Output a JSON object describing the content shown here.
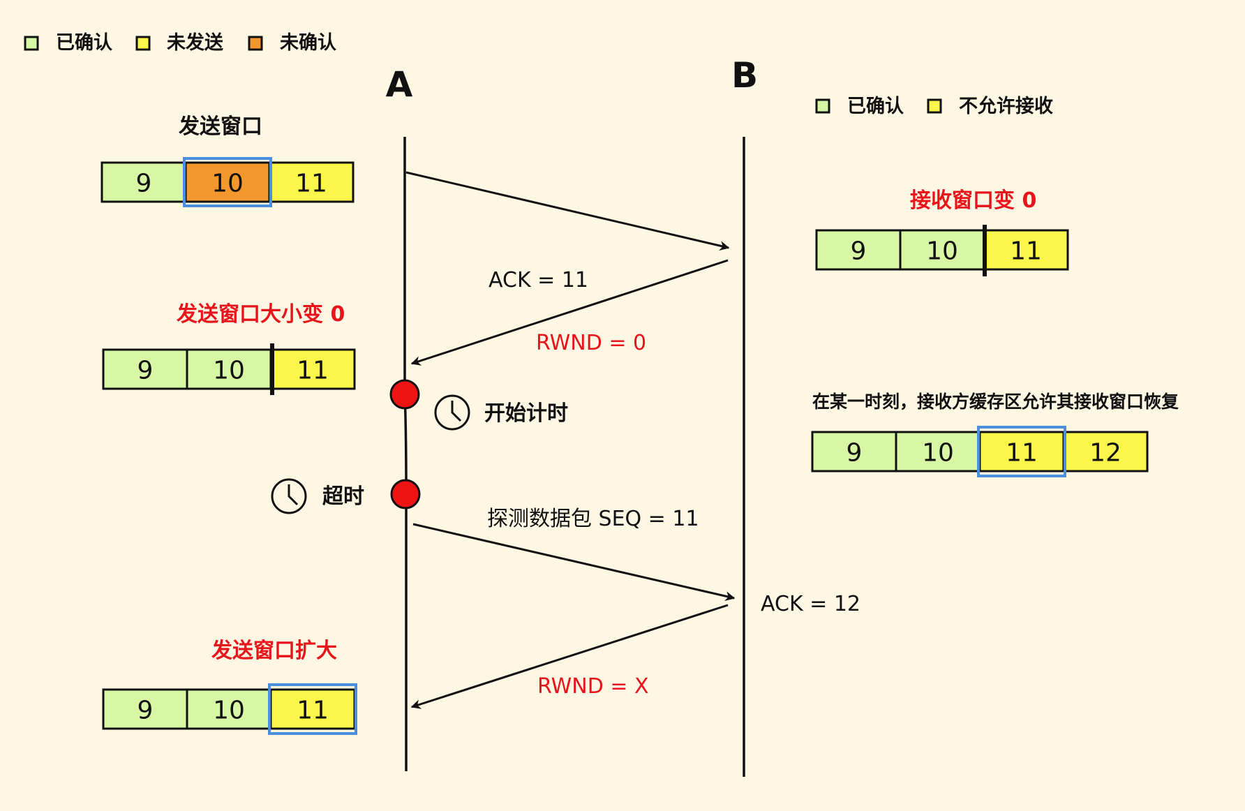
{
  "colors": {
    "background": "#fdf7e4",
    "acked": "#d7f7a5",
    "unsent": "#faf64a",
    "unacked": "#f4982e",
    "window_border": "#4b8fdc",
    "red": "#e8141b",
    "timer_dot": "#ee1414"
  },
  "legend_sender": [
    {
      "label": "已确认",
      "color": "#d7f7a5"
    },
    {
      "label": "未发送",
      "color": "#faf64a"
    },
    {
      "label": "未确认",
      "color": "#f4982e"
    }
  ],
  "legend_receiver": [
    {
      "label": "已确认",
      "color": "#d7f7a5"
    },
    {
      "label": "不允许接收",
      "color": "#faf64a"
    }
  ],
  "hosts": {
    "a": "A",
    "b": "B"
  },
  "sender": {
    "window1_title": "发送窗口",
    "window1_cells": [
      "9",
      "10",
      "11"
    ],
    "window2_title": "发送窗口大小变 0",
    "window2_cells": [
      "9",
      "10",
      "11"
    ],
    "window3_title": "发送窗口扩大",
    "window3_cells": [
      "9",
      "10",
      "11"
    ]
  },
  "receiver": {
    "window1_title": "接收窗口变 0",
    "window1_cells": [
      "9",
      "10",
      "11"
    ],
    "window2_title": "在某一时刻，接收方缓存区允许其接收窗口恢复",
    "window2_cells": [
      "9",
      "10",
      "11",
      "12"
    ]
  },
  "messages": {
    "ack1": "ACK = 11",
    "rwnd1": "RWND = 0",
    "probe": "探测数据包 SEQ = 11",
    "ack2": "ACK = 12",
    "rwnd2": "RWND = X"
  },
  "timer": {
    "start": "开始计时",
    "timeout": "超时"
  }
}
